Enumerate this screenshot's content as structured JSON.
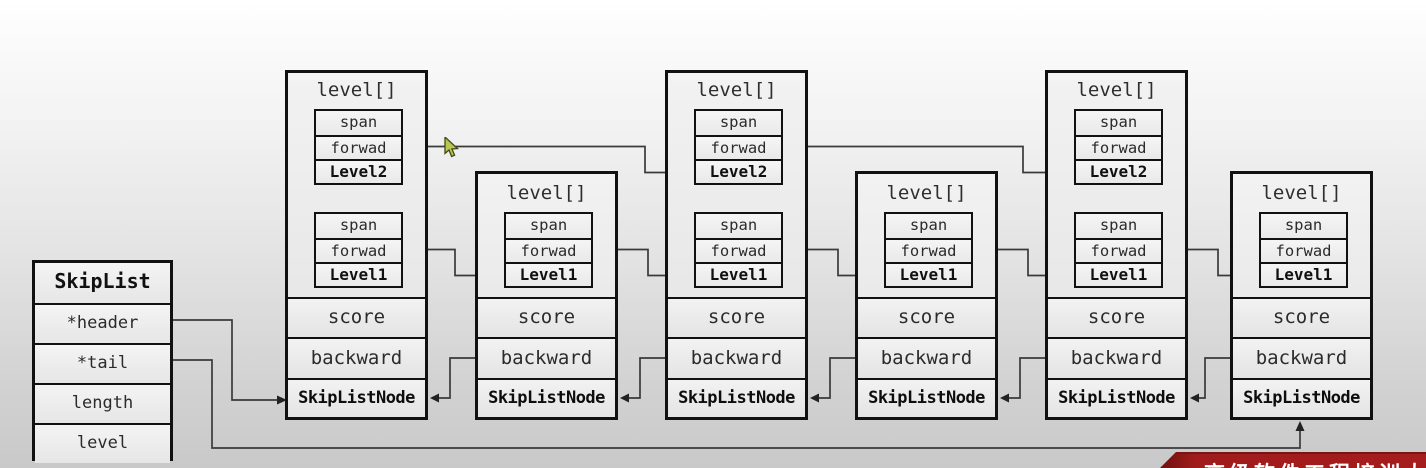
{
  "skiplist": {
    "title": "SkipList",
    "fields": [
      "*header",
      "*tail",
      "length",
      "level"
    ]
  },
  "labels": {
    "level_array": "level[]",
    "span": "span",
    "forward": "forwad",
    "score": "score",
    "backward": "backward",
    "node_type": "SkipListNode"
  },
  "nodes": [
    {
      "name": "node-1",
      "levels": [
        "Level2",
        "Level1"
      ]
    },
    {
      "name": "node-2",
      "levels": [
        "Level1"
      ]
    },
    {
      "name": "node-3",
      "levels": [
        "Level2",
        "Level1"
      ]
    },
    {
      "name": "node-4",
      "levels": [
        "Level1"
      ]
    },
    {
      "name": "node-5",
      "levels": [
        "Level2",
        "Level1"
      ]
    },
    {
      "name": "node-6",
      "levels": [
        "Level1"
      ]
    }
  ],
  "connections": {
    "header_to": "node-1.SkipListNode",
    "tail_to": "node-6.SkipListNode",
    "level2_chain": [
      "node-1 > node-3",
      "node-3 > node-5"
    ],
    "level1_chain": [
      "node-1 > node-2",
      "node-2 > node-3",
      "node-3 > node-4",
      "node-4 > node-5",
      "node-5 > node-6"
    ],
    "backward_chain": [
      "node-2 > node-1",
      "node-3 > node-2",
      "node-4 > node-3",
      "node-5 > node-4",
      "node-6 > node-5"
    ]
  },
  "banner": {
    "text": "高级软件工程培训大厂",
    "bg": "#a51d1d",
    "text_color": "#ffffff"
  },
  "colors": {
    "line": "#3a3a3a",
    "border": "#111111",
    "fill": "#ededed"
  }
}
